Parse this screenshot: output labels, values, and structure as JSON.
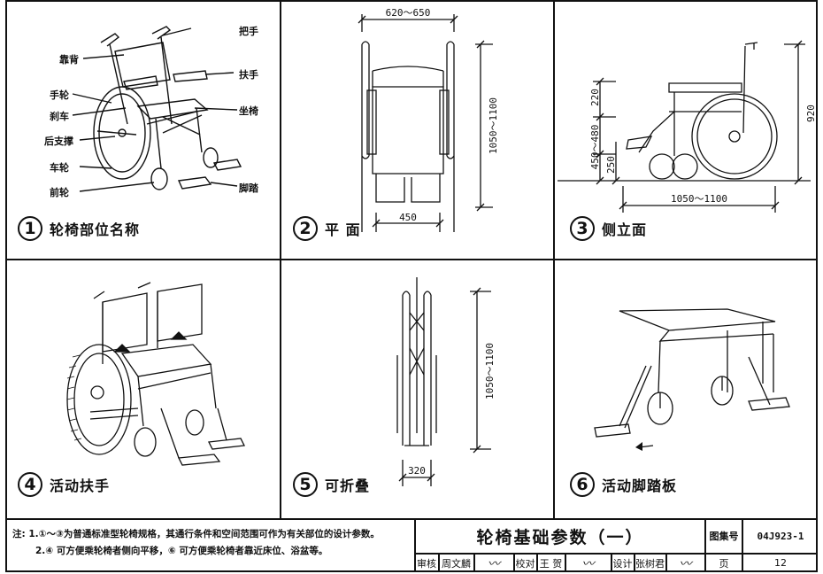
{
  "panels": [
    {
      "num": "1",
      "title": "轮椅部位名称"
    },
    {
      "num": "2",
      "title": "平 面"
    },
    {
      "num": "3",
      "title": "侧立面"
    },
    {
      "num": "4",
      "title": "活动扶手"
    },
    {
      "num": "5",
      "title": "可折叠"
    },
    {
      "num": "6",
      "title": "活动脚踏板"
    }
  ],
  "parts": {
    "backrest": "靠背",
    "handle": "把手",
    "armrest": "扶手",
    "handrim": "手轮",
    "brake": "刹车",
    "seat": "坐椅",
    "rear_support": "后支撑",
    "wheel": "车轮",
    "front_wheel": "前轮",
    "footrest": "脚踏"
  },
  "dims": {
    "plan_width": "620～650",
    "plan_length": "1050～1100",
    "plan_bottom": "450",
    "side_220": "220",
    "side_450_480": "450～480",
    "side_250": "250",
    "side_920": "920",
    "side_length": "1050～1100",
    "fold_length": "1050～1100",
    "fold_width": "320"
  },
  "notes": {
    "line1": "注: 1.①～③为普通标准型轮椅规格，其通行条件和空间范围可作为有关部位的设计参数。",
    "line2": "2.④ 可方便乘轮椅者侧向平移，⑥ 可方便乘轮椅者靠近床位、浴盆等。"
  },
  "title_block": {
    "title": "轮椅基础参数（一）",
    "atlas_label": "图集号",
    "atlas_no": "04J923-1",
    "review_label": "审核",
    "reviewer": "周文麟",
    "check_label": "校对",
    "checker": "王 贺",
    "design_label": "设计",
    "designer": "张树君",
    "page_label": "页",
    "page_no": "12"
  }
}
